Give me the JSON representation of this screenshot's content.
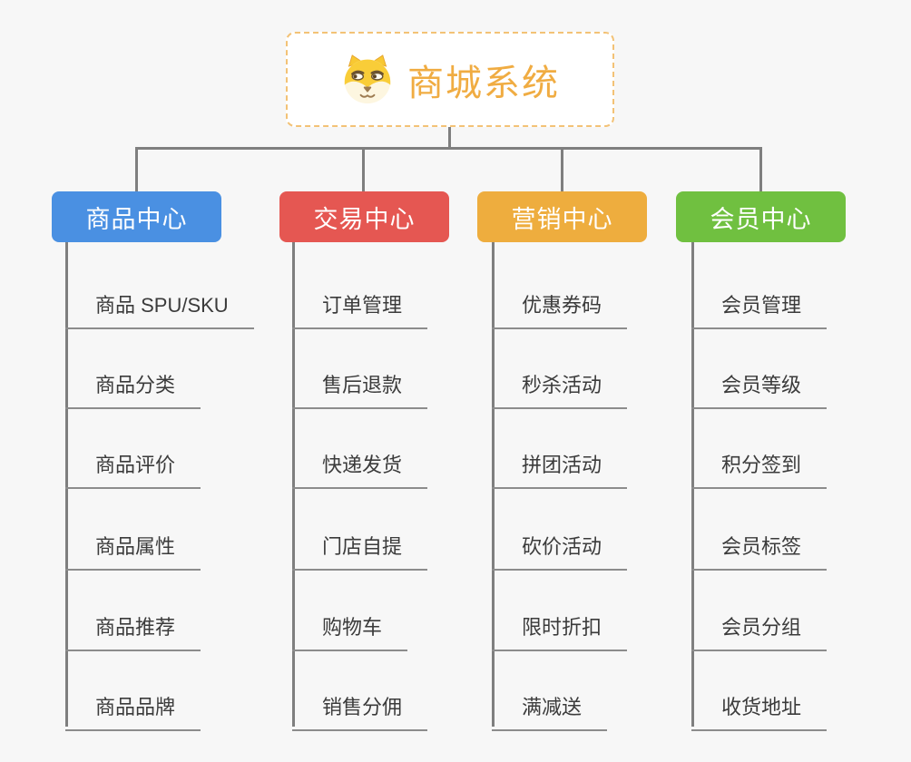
{
  "root": {
    "title": "商城系统",
    "icon": "dog-icon"
  },
  "branches": [
    {
      "label": "商品中心",
      "color": "#4a90e2",
      "items": [
        "商品 SPU/SKU",
        "商品分类",
        "商品评价",
        "商品属性",
        "商品推荐",
        "商品品牌"
      ]
    },
    {
      "label": "交易中心",
      "color": "#e55752",
      "items": [
        "订单管理",
        "售后退款",
        "快递发货",
        "门店自提",
        "购物车",
        "销售分佣"
      ]
    },
    {
      "label": "营销中心",
      "color": "#eead3e",
      "items": [
        "优惠券码",
        "秒杀活动",
        "拼团活动",
        "砍价活动",
        "限时折扣",
        "满减送"
      ]
    },
    {
      "label": "会员中心",
      "color": "#70c040",
      "items": [
        "会员管理",
        "会员等级",
        "积分签到",
        "会员标签",
        "会员分组",
        "收货地址"
      ]
    }
  ],
  "colors": {
    "background": "#f7f7f7",
    "connector": "#7f7f7f",
    "underline": "#8c8c8c",
    "root_border": "#f3c276",
    "root_text": "#f0ac42",
    "leaf_text": "#3b3b3b"
  }
}
